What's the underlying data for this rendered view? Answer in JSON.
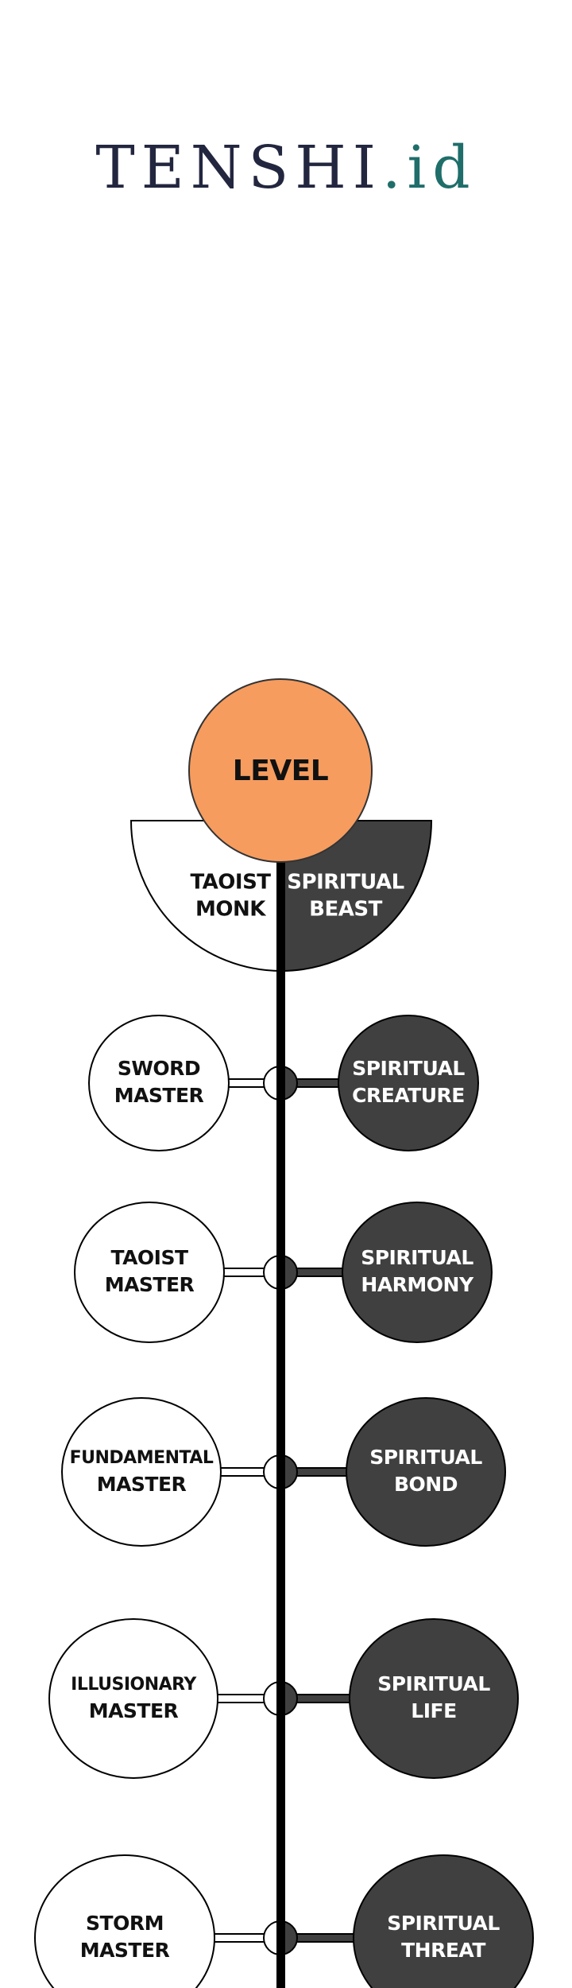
{
  "logo": {
    "main": "TENSHI",
    "suffix": ".id",
    "main_color": "#23263f",
    "suffix_color": "#1f6e6a"
  },
  "colors": {
    "level": "#f69c5f",
    "dark": "#404040",
    "light": "#ffffff",
    "line": "#000000"
  },
  "header": {
    "title": "LEVEL"
  },
  "paths": {
    "left": [
      "TAOIST",
      "MONK"
    ],
    "right": [
      "SPIRITUAL",
      "BEAST"
    ]
  },
  "rows": [
    {
      "left": [
        "SWORD",
        "MASTER"
      ],
      "right": [
        "SPIRITUAL",
        "CREATURE"
      ]
    },
    {
      "left": [
        "TAOIST",
        "MASTER"
      ],
      "right": [
        "SPIRITUAL",
        "HARMONY"
      ]
    },
    {
      "left": [
        "FUNDAMENTAL",
        "MASTER"
      ],
      "right": [
        "SPIRITUAL",
        "BOND"
      ]
    },
    {
      "left": [
        "ILLUSIONARY",
        "MASTER"
      ],
      "right": [
        "SPIRITUAL",
        "LIFE"
      ]
    },
    {
      "left": [
        "STORM",
        "MASTER"
      ],
      "right": [
        "SPIRITUAL",
        "THREAT"
      ]
    }
  ]
}
